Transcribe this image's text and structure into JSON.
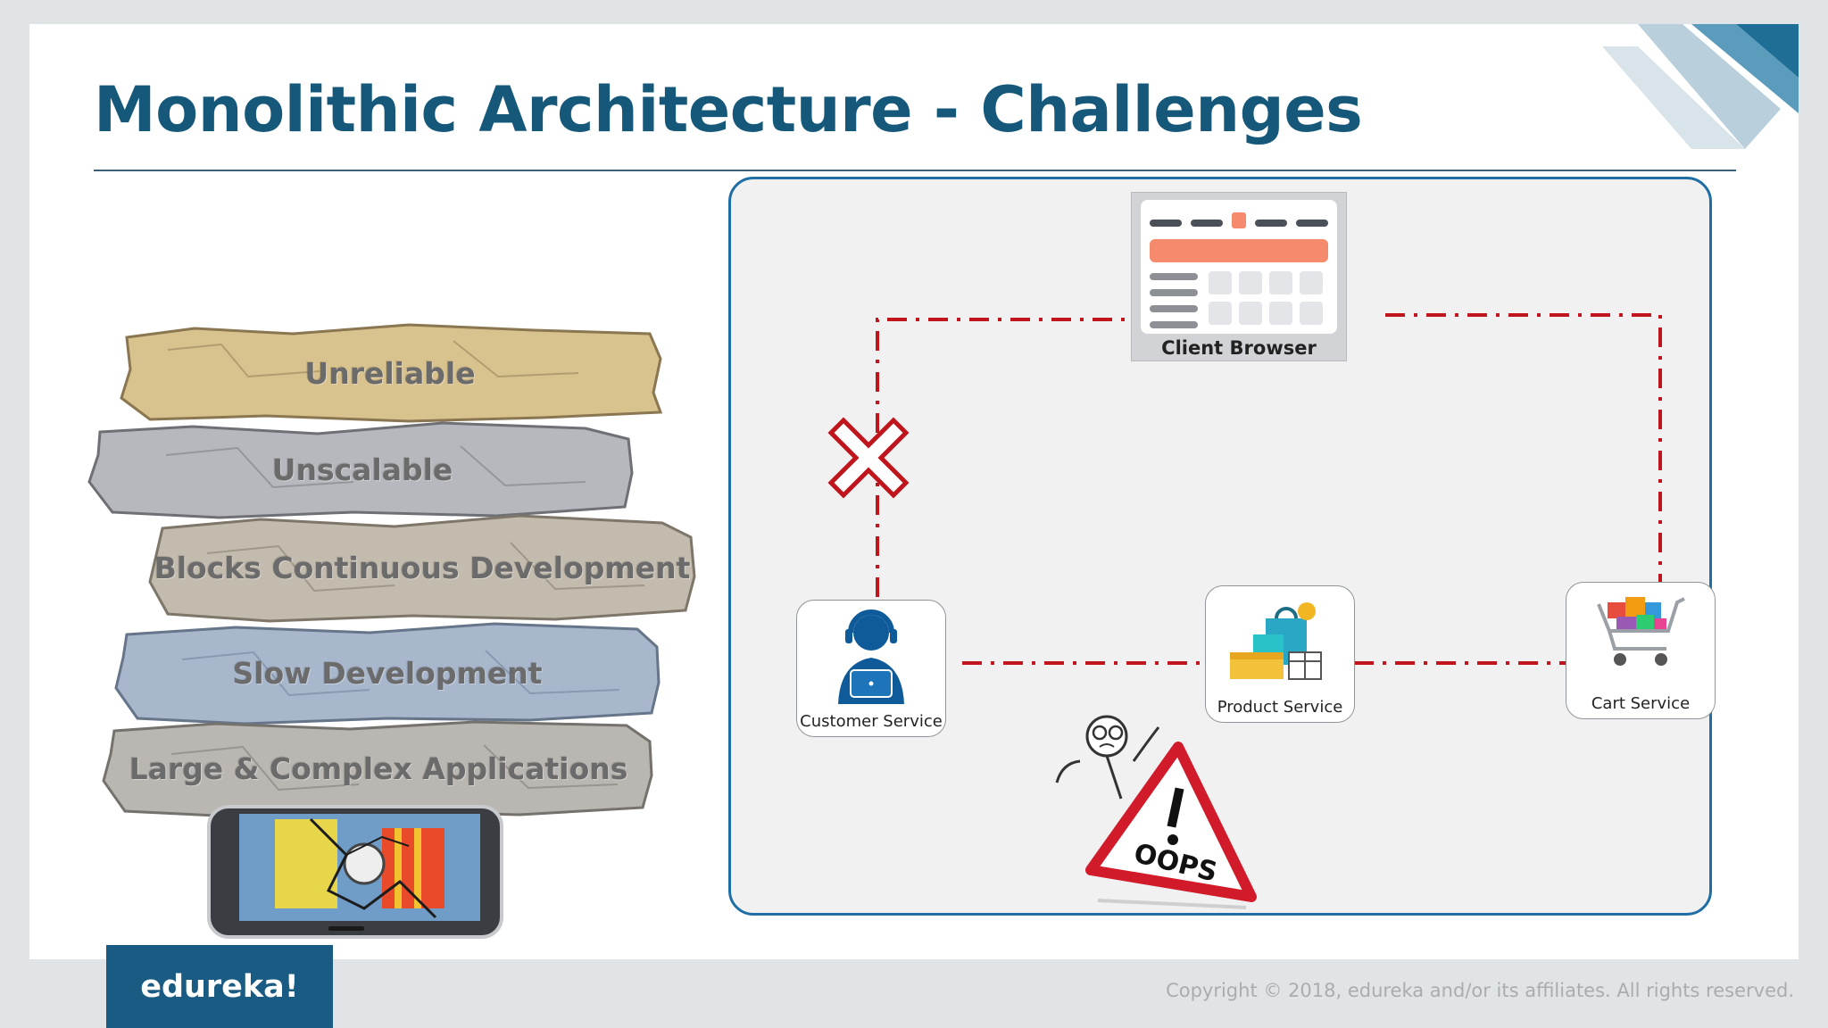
{
  "slide": {
    "title": "Monolithic Architecture - Challenges",
    "challenges": [
      {
        "label": "Unreliable",
        "color": "#d8c28e"
      },
      {
        "label": "Unscalable",
        "color": "#b7b8bd"
      },
      {
        "label": "Blocks Continuous Development",
        "color": "#c2bbae"
      },
      {
        "label": "Slow Development",
        "color": "#a8b7cc"
      },
      {
        "label": "Large & Complex Applications",
        "color": "#bab6b1"
      }
    ]
  },
  "diagram": {
    "client": {
      "label": "Client Browser",
      "icon": "browser-window-icon"
    },
    "services": [
      {
        "label": "Customer Service",
        "icon": "support-agent-icon"
      },
      {
        "label": "Product Service",
        "icon": "shopping-bags-icon"
      },
      {
        "label": "Cart Service",
        "icon": "shopping-cart-icon"
      }
    ],
    "failure_icon": "red-x-icon",
    "oops_sign": {
      "text": "OOPS",
      "icon": "warning-triangle-icon"
    },
    "link_color": "#c0151c"
  },
  "footer": {
    "logo": "edureka!",
    "copyright": "Copyright © 2018, edureka and/or its affiliates. All rights reserved."
  }
}
